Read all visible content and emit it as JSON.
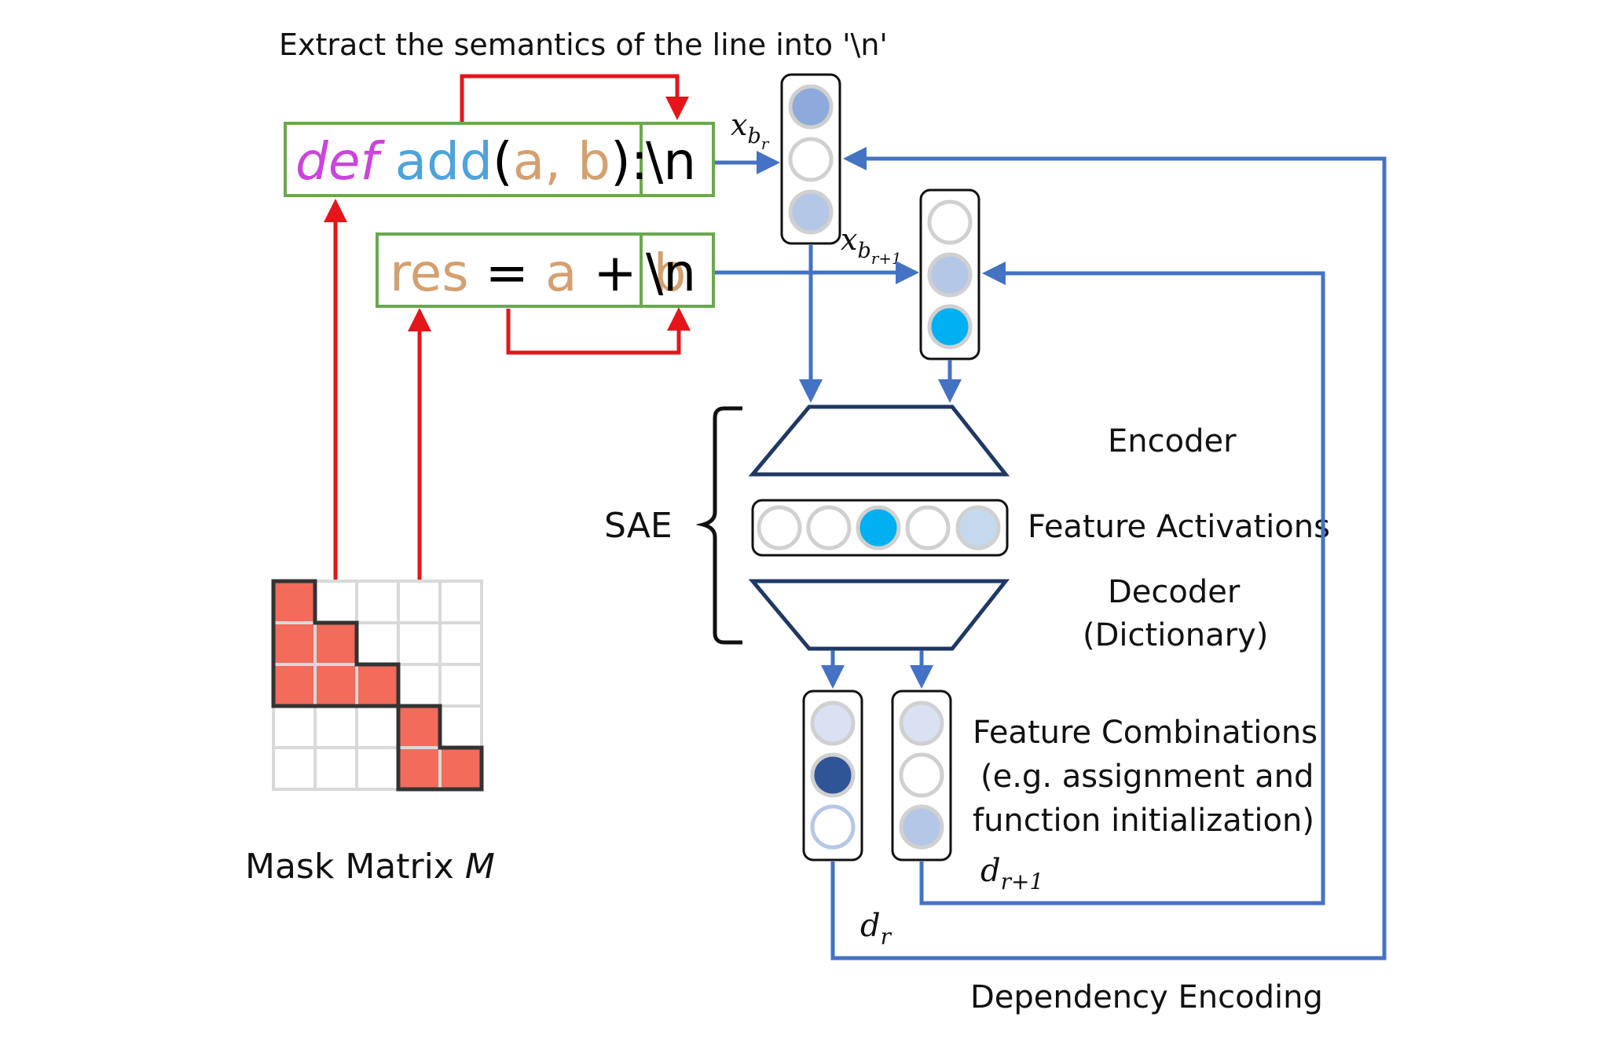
{
  "title": "Extract the semantics of the line into '\\n'",
  "code": {
    "line1": {
      "kw": "def",
      "name": "add",
      "open": "(",
      "a": "a,",
      "b": "b",
      "close": "):",
      "nl": "\\n"
    },
    "line2": {
      "res": "res",
      "eq": " = ",
      "a": "a",
      "plus": " + ",
      "b": "b",
      "nl": "\\n"
    }
  },
  "vector_labels": {
    "xbr_base": "x",
    "xbr_sub": "b",
    "xbr_subsub": "r",
    "xbr1_subsub": "r+1"
  },
  "sae_label": "SAE",
  "encoder_label": "Encoder",
  "feature_activations_label": "Feature Activations",
  "decoder_label_1": "Decoder",
  "decoder_label_2": "(Dictionary)",
  "feature_combinations": [
    "Feature Combinations",
    "(e.g. assignment and",
    "function initialization)"
  ],
  "d_labels": {
    "base": "d",
    "r": "r",
    "r1": "r+1"
  },
  "dependency_encoding_label": "Dependency Encoding",
  "mask_matrix": {
    "label": "Mask Matrix ",
    "symbol": "M",
    "size": 5,
    "filled": [
      [
        0,
        0
      ],
      [
        1,
        0
      ],
      [
        1,
        1
      ],
      [
        2,
        0
      ],
      [
        2,
        1
      ],
      [
        2,
        2
      ],
      [
        3,
        3
      ],
      [
        4,
        3
      ],
      [
        4,
        4
      ]
    ]
  },
  "colors": {
    "red": "#e4161b",
    "blue": "#4472c4",
    "green": "#6aa84f",
    "keyword": "#cc44dd",
    "funcname": "#4da3dc",
    "param": "#d4a070",
    "cyan": "#00b0f0",
    "light": "#b4c7e7",
    "lighter": "#d9e1f2",
    "medium": "#8ea9db",
    "navy": "#2f5597",
    "mask_fill": "#f26b5b"
  }
}
